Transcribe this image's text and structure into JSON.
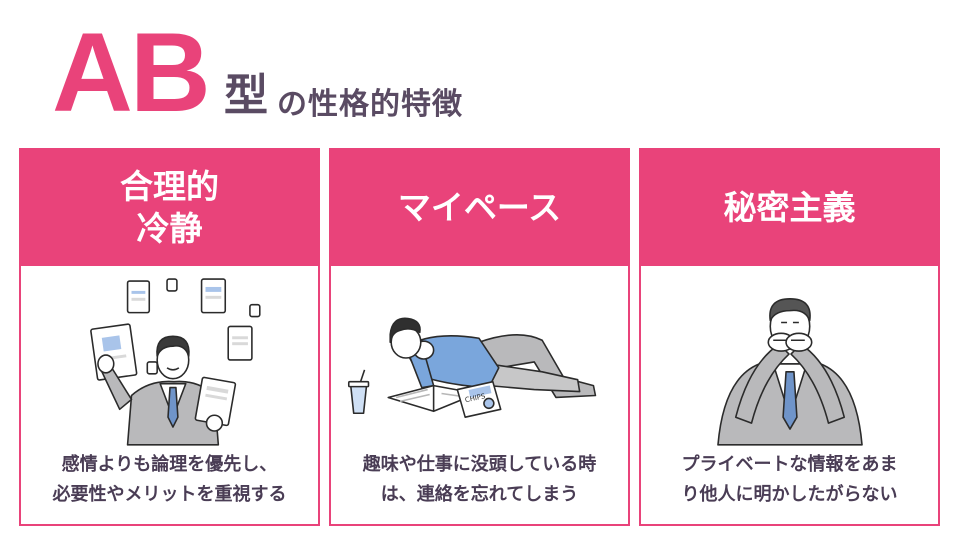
{
  "title": {
    "blood_type": "AB",
    "kata": "型",
    "rest": "の性格的特徴"
  },
  "cards": [
    {
      "heading": "合理的\n冷静",
      "description": "感情よりも論理を優先し、\n必要性やメリットを重視する"
    },
    {
      "heading": "マイペース",
      "description": "趣味や仕事に没頭している時\nは、連絡を忘れてしまう",
      "illustration_text": "CHIPS"
    },
    {
      "heading": "秘密主義",
      "description": "プライベートな情報をあま\nり他人に明かしたがらない"
    }
  ],
  "colors": {
    "accent": "#e9437a",
    "text": "#4a3d55",
    "suit": "#b9b9bb",
    "shirt": "#7aa6dc",
    "tie": "#6f94c9"
  }
}
